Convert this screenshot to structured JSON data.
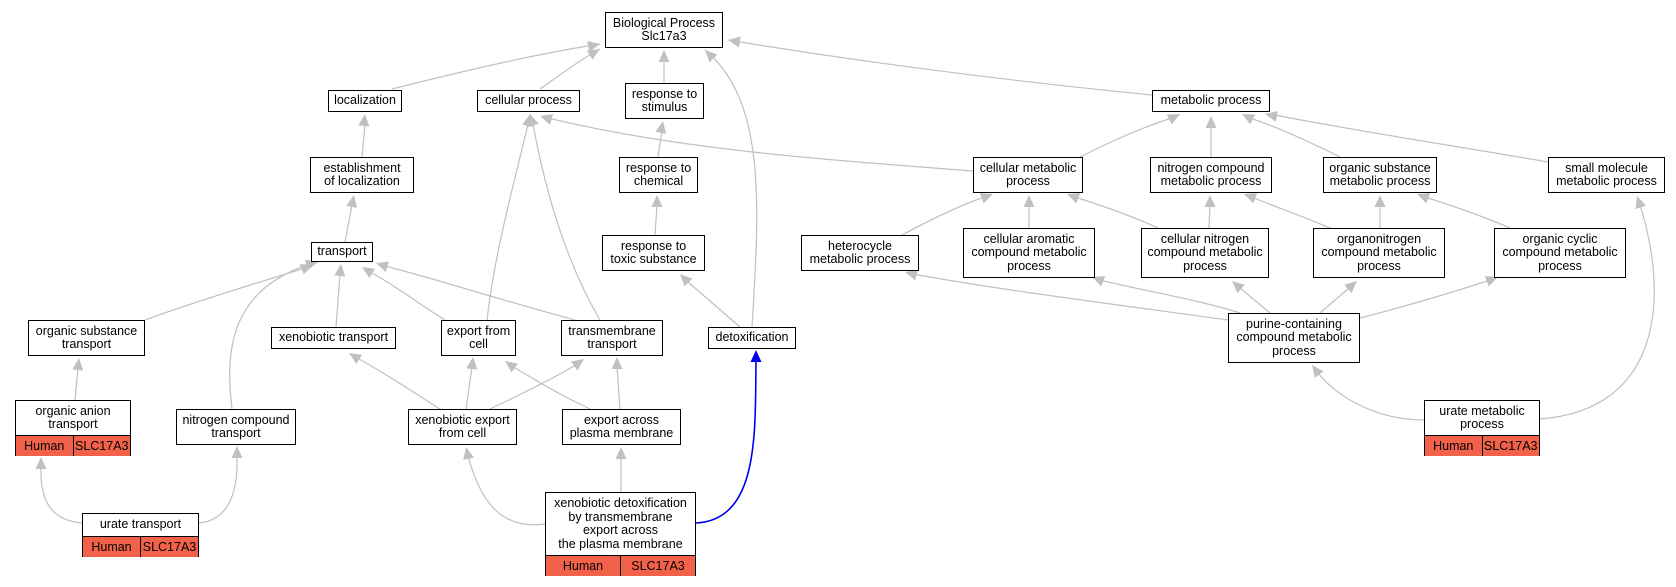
{
  "colors": {
    "edge": "#c0c0c0",
    "highlight_edge": "#0000ee",
    "annotation_fill": "#f26149"
  },
  "nodes": {
    "bp": "Biological Process\nSlc17a3",
    "localization": "localization",
    "cellular_process": "cellular process",
    "response_stimulus": "response to\nstimulus",
    "metabolic_process": "metabolic process",
    "establishment": "establishment\nof localization",
    "response_chemical": "response to\nchemical",
    "cellular_metabolic": "cellular metabolic\nprocess",
    "nitrogen_compound_metabolic": "nitrogen compound\nmetabolic process",
    "organic_substance_metabolic": "organic substance\nmetabolic process",
    "small_molecule": "small molecule\nmetabolic process",
    "transport": "transport",
    "response_toxic": "response to\ntoxic substance",
    "heterocycle": "heterocycle\nmetabolic process",
    "cellular_aromatic": "cellular aromatic\ncompound metabolic\nprocess",
    "cellular_nitrogen": "cellular nitrogen\ncompound metabolic\nprocess",
    "organonitrogen": "organonitrogen\ncompound metabolic\nprocess",
    "organic_cyclic": "organic cyclic\ncompound metabolic\nprocess",
    "organic_substance_transport": "organic substance\ntransport",
    "xenobiotic_transport": "xenobiotic transport",
    "export_from_cell": "export from\ncell",
    "transmembrane_transport": "transmembrane\ntransport",
    "detoxification": "detoxification",
    "purine": "purine-containing\ncompound metabolic\nprocess",
    "organic_anion": "organic anion\ntransport",
    "nitrogen_compound_transport": "nitrogen compound\ntransport",
    "xenobiotic_export": "xenobiotic export\nfrom cell",
    "export_across": "export across\nplasma membrane",
    "urate_metabolic": "urate metabolic\nprocess",
    "urate_transport": "urate transport",
    "xeno_detox": "xenobiotic detoxification\nby transmembrane\nexport across\nthe plasma membrane"
  },
  "annotations": {
    "organic_anion": [
      "Human",
      "SLC17A3"
    ],
    "urate_metabolic": [
      "Human",
      "SLC17A3"
    ],
    "urate_transport": [
      "Human",
      "SLC17A3"
    ],
    "xeno_detox": [
      "Human",
      "SLC17A3"
    ]
  }
}
